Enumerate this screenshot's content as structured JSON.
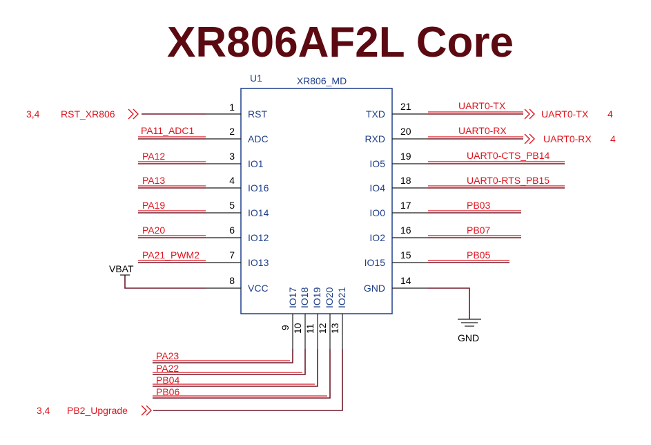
{
  "title": "XR806AF2L Core",
  "component": {
    "refdes": "U1",
    "part": "XR806_MD"
  },
  "left_pins": [
    {
      "num": "1",
      "name": "RST",
      "net": "RST_XR806",
      "ref": "3,4"
    },
    {
      "num": "2",
      "name": "ADC",
      "net": "PA11_ADC1"
    },
    {
      "num": "3",
      "name": "IO1",
      "net": "PA12"
    },
    {
      "num": "4",
      "name": "IO16",
      "net": "PA13"
    },
    {
      "num": "5",
      "name": "IO14",
      "net": "PA19"
    },
    {
      "num": "6",
      "name": "IO12",
      "net": "PA20"
    },
    {
      "num": "7",
      "name": "IO13",
      "net": "PA21_PWM2"
    },
    {
      "num": "8",
      "name": "VCC",
      "power": "VBAT"
    }
  ],
  "right_pins": [
    {
      "num": "21",
      "name": "TXD",
      "net": "UART0-TX",
      "port": "UART0-TX",
      "ref": "4"
    },
    {
      "num": "20",
      "name": "RXD",
      "net": "UART0-RX",
      "port": "UART0-RX",
      "ref": "4"
    },
    {
      "num": "19",
      "name": "IO5",
      "net": "UART0-CTS_PB14"
    },
    {
      "num": "18",
      "name": "IO4",
      "net": "UART0-RTS_PB15"
    },
    {
      "num": "17",
      "name": "IO0",
      "net": "PB03"
    },
    {
      "num": "16",
      "name": "IO2",
      "net": "PB07"
    },
    {
      "num": "15",
      "name": "IO15",
      "net": "PB05"
    },
    {
      "num": "14",
      "name": "GND",
      "power": "GND"
    }
  ],
  "bottom_pins": [
    {
      "num": "9",
      "name": "IO17",
      "net": "PA23"
    },
    {
      "num": "10",
      "name": "IO18",
      "net": "PA22"
    },
    {
      "num": "11",
      "name": "IO19",
      "net": "PB04"
    },
    {
      "num": "12",
      "name": "IO20",
      "net": "PB06"
    },
    {
      "num": "13",
      "name": "IO21",
      "net": "PB2_Upgrade",
      "ref": "3,4"
    }
  ],
  "colors": {
    "title": "#5c0a12",
    "net_label": "#e0141e",
    "pin_name": "#1f3f8a",
    "wire": "#6e1a2a"
  }
}
